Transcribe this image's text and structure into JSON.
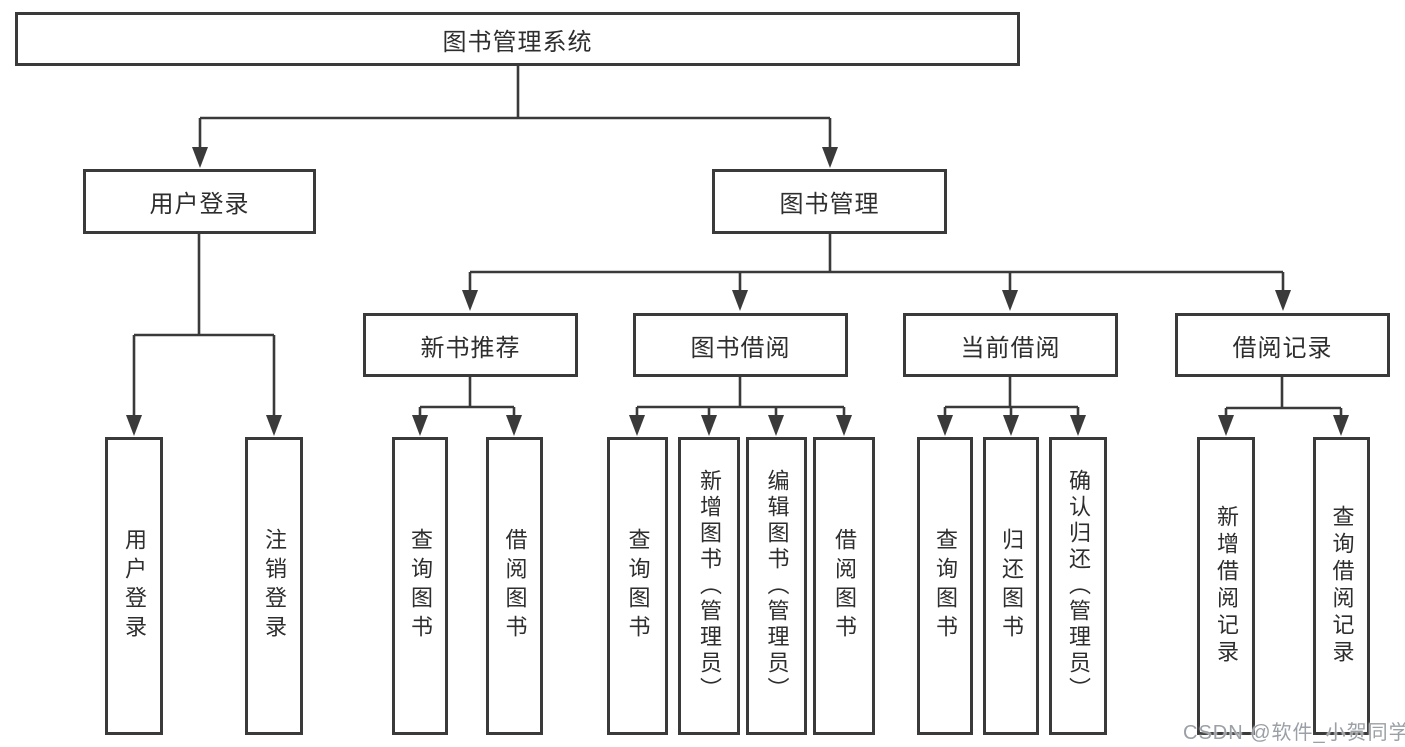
{
  "diagram": {
    "root": {
      "label": "图书管理系统"
    },
    "level2": [
      {
        "label": "用户登录"
      },
      {
        "label": "图书管理"
      }
    ],
    "level3": [
      {
        "label": "新书推荐"
      },
      {
        "label": "图书借阅"
      },
      {
        "label": "当前借阅"
      },
      {
        "label": "借阅记录"
      }
    ],
    "leaves": [
      {
        "label": "用户登录"
      },
      {
        "label": "注销登录"
      },
      {
        "label": "查询图书"
      },
      {
        "label": "借阅图书"
      },
      {
        "label": "查询图书"
      },
      {
        "label": "新增图书（管理员）"
      },
      {
        "label": "编辑图书（管理员）"
      },
      {
        "label": "借阅图书"
      },
      {
        "label": "查询图书"
      },
      {
        "label": "归还图书"
      },
      {
        "label": "确认归还（管理员）"
      },
      {
        "label": "新增借阅记录"
      },
      {
        "label": "查询借阅记录"
      }
    ]
  },
  "watermark": {
    "text": "CSDN @软件_小贺同学"
  },
  "colors": {
    "line": "#3a3a3a",
    "text": "#2e2e2e",
    "watermark": "#9aa0a6",
    "background": "#ffffff"
  }
}
